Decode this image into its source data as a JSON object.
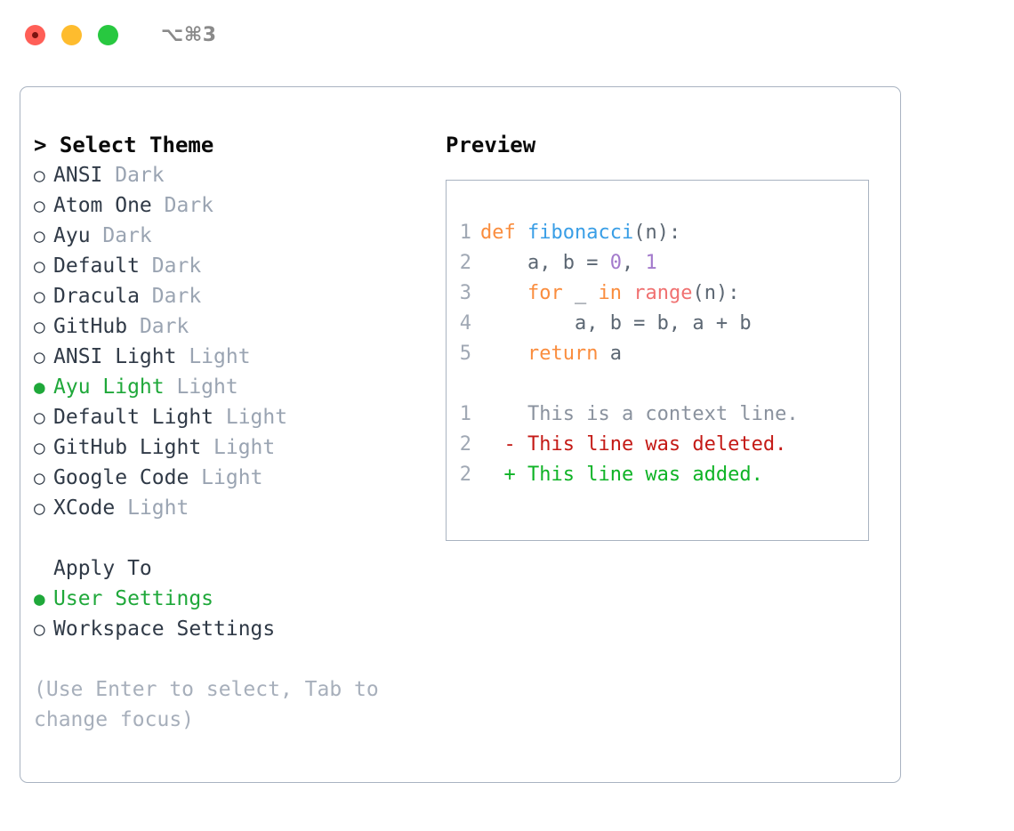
{
  "titlebar": {
    "shortcut": "⌥⌘3",
    "lights": [
      "close-red",
      "minimize-yellow",
      "zoom-green"
    ]
  },
  "theme_panel": {
    "heading": "> Select Theme",
    "marker_selected": "●",
    "marker_unselected": "○",
    "options": [
      {
        "label": "ANSI",
        "tag": "Dark",
        "selected": false
      },
      {
        "label": "Atom One",
        "tag": "Dark",
        "selected": false
      },
      {
        "label": "Ayu",
        "tag": "Dark",
        "selected": false
      },
      {
        "label": "Default",
        "tag": "Dark",
        "selected": false
      },
      {
        "label": "Dracula",
        "tag": "Dark",
        "selected": false
      },
      {
        "label": "GitHub",
        "tag": "Dark",
        "selected": false
      },
      {
        "label": "ANSI Light",
        "tag": "Light",
        "selected": false
      },
      {
        "label": "Ayu Light",
        "tag": "Light",
        "selected": true
      },
      {
        "label": "Default Light",
        "tag": "Light",
        "selected": false
      },
      {
        "label": "GitHub Light",
        "tag": "Light",
        "selected": false
      },
      {
        "label": "Google Code",
        "tag": "Light",
        "selected": false
      },
      {
        "label": "XCode",
        "tag": "Light",
        "selected": false
      }
    ]
  },
  "apply_to": {
    "heading": "Apply To",
    "options": [
      {
        "label": "User Settings",
        "selected": true
      },
      {
        "label": "Workspace Settings",
        "selected": false
      }
    ]
  },
  "hint": "(Use Enter to select, Tab to change focus)",
  "preview": {
    "heading": "Preview",
    "code_lines": [
      {
        "no": "1",
        "tokens": [
          {
            "text": "def ",
            "cls": "t-kw"
          },
          {
            "text": "fibonacci",
            "cls": "t-fn"
          },
          {
            "text": "(n):",
            "cls": "t-plain"
          }
        ]
      },
      {
        "no": "2",
        "tokens": [
          {
            "text": "    a, b = ",
            "cls": "t-plain"
          },
          {
            "text": "0",
            "cls": "t-num"
          },
          {
            "text": ", ",
            "cls": "t-plain"
          },
          {
            "text": "1",
            "cls": "t-num"
          }
        ]
      },
      {
        "no": "3",
        "tokens": [
          {
            "text": "    ",
            "cls": "t-plain"
          },
          {
            "text": "for",
            "cls": "t-kw"
          },
          {
            "text": " _ ",
            "cls": "t-plain"
          },
          {
            "text": "in",
            "cls": "t-kw"
          },
          {
            "text": " ",
            "cls": "t-plain"
          },
          {
            "text": "range",
            "cls": "t-call"
          },
          {
            "text": "(n):",
            "cls": "t-plain"
          }
        ]
      },
      {
        "no": "4",
        "tokens": [
          {
            "text": "        a, b = b, a + b",
            "cls": "t-plain"
          }
        ]
      },
      {
        "no": "5",
        "tokens": [
          {
            "text": "    ",
            "cls": "t-plain"
          },
          {
            "text": "return",
            "cls": "t-kw"
          },
          {
            "text": " a",
            "cls": "t-plain"
          }
        ]
      }
    ],
    "diff_lines": [
      {
        "no": "1",
        "sign": " ",
        "text": "This is a context line.",
        "cls": "d-ctx"
      },
      {
        "no": "2",
        "sign": "-",
        "text": "This line was deleted.",
        "cls": "d-del"
      },
      {
        "no": "2",
        "sign": "+",
        "text": "This line was added.",
        "cls": "d-add"
      }
    ]
  },
  "colors": {
    "accent_green": "#1fa83a",
    "border": "#a9b3c1",
    "muted": "#9aa4b2",
    "keyword": "#fa8d3e",
    "function": "#399ee6",
    "number": "#a37acc",
    "call": "#f07171",
    "plain": "#5c6773",
    "diff_added": "#0fb326",
    "diff_deleted": "#c41a16",
    "light_red": "#ff5f57",
    "light_yellow": "#febc2e",
    "light_green": "#28c840"
  }
}
